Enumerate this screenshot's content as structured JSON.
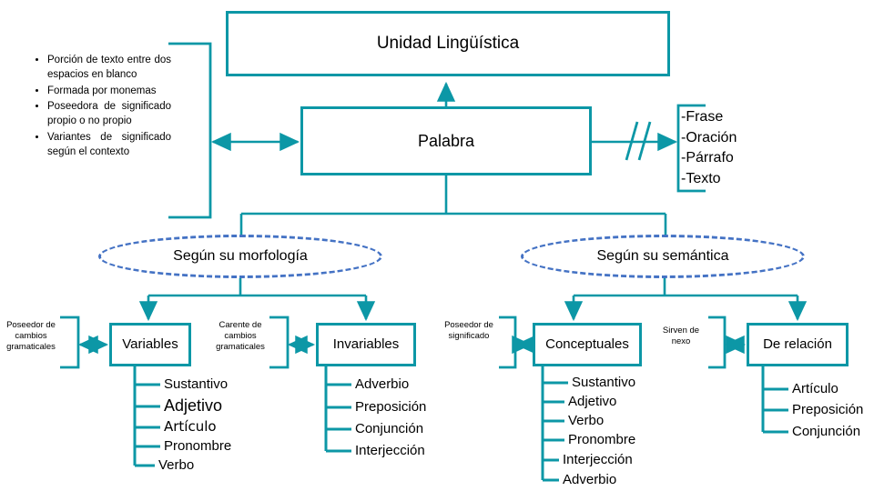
{
  "diagram": {
    "title": "Unidad Lingüística",
    "root": {
      "label": "Unidad Lingüística"
    },
    "main": {
      "label": "Palabra"
    },
    "colors": {
      "teal": "#0c97a6",
      "blue": "#4472c4",
      "text": "#000000",
      "background": "#ffffff"
    },
    "features": {
      "items": [
        "Porción de texto entre dos espacios en blanco",
        "Formada por monemas",
        "Poseedora de significado propio o no propio",
        "Variantes de significado según el contexto"
      ]
    },
    "larger_units": {
      "break_mark": "//",
      "items": [
        "-Frase",
        "-Oración",
        "-Párrafo",
        "-Texto"
      ]
    },
    "criteria": [
      {
        "label": "Según su morfología"
      },
      {
        "label": "Según su semántica"
      }
    ],
    "categories": [
      {
        "label": "Variables",
        "annotation": "Poseedor de cambios gramaticales",
        "items": [
          "Sustantivo",
          "Adjetivo",
          "Artículo",
          "Pronombre",
          "Verbo"
        ]
      },
      {
        "label": "Invariables",
        "annotation": "Carente de cambios gramaticales",
        "items": [
          "Adverbio",
          "Preposición",
          "Conjunción",
          "Interjección"
        ]
      },
      {
        "label": "Conceptuales",
        "annotation": "Poseedor de significado",
        "items": [
          "Sustantivo",
          "Adjetivo",
          "Verbo",
          "Pronombre",
          "Interjección",
          "Adverbio"
        ]
      },
      {
        "label": "De relación",
        "annotation": "Sirven de nexo",
        "items": [
          "Artículo",
          "Preposición",
          "Conjunción"
        ]
      }
    ]
  }
}
